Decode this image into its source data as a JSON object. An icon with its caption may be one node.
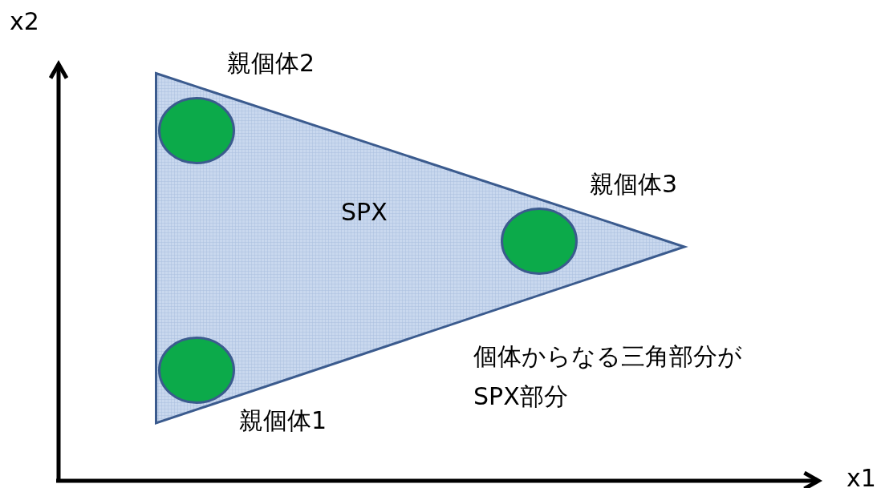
{
  "diagram": {
    "nodes": [
      {
        "text": [
          "SPX"
        ]
      },
      {
        "text": [],
        "shape": "circle",
        "in": 0,
        "beside": [
          "親個体2"
        ]
      },
      {
        "text": [],
        "shape": "circle",
        "in": 0,
        "beside": [
          "親個体3"
        ]
      },
      {
        "text": [],
        "shape": "circle",
        "in": 0,
        "beside": [
          "親個体1"
        ]
      }
    ],
    "edges": [],
    "labels": [
      "x2",
      "x1",
      "個体からなる三角部分がSPX部分"
    ]
  }
}
